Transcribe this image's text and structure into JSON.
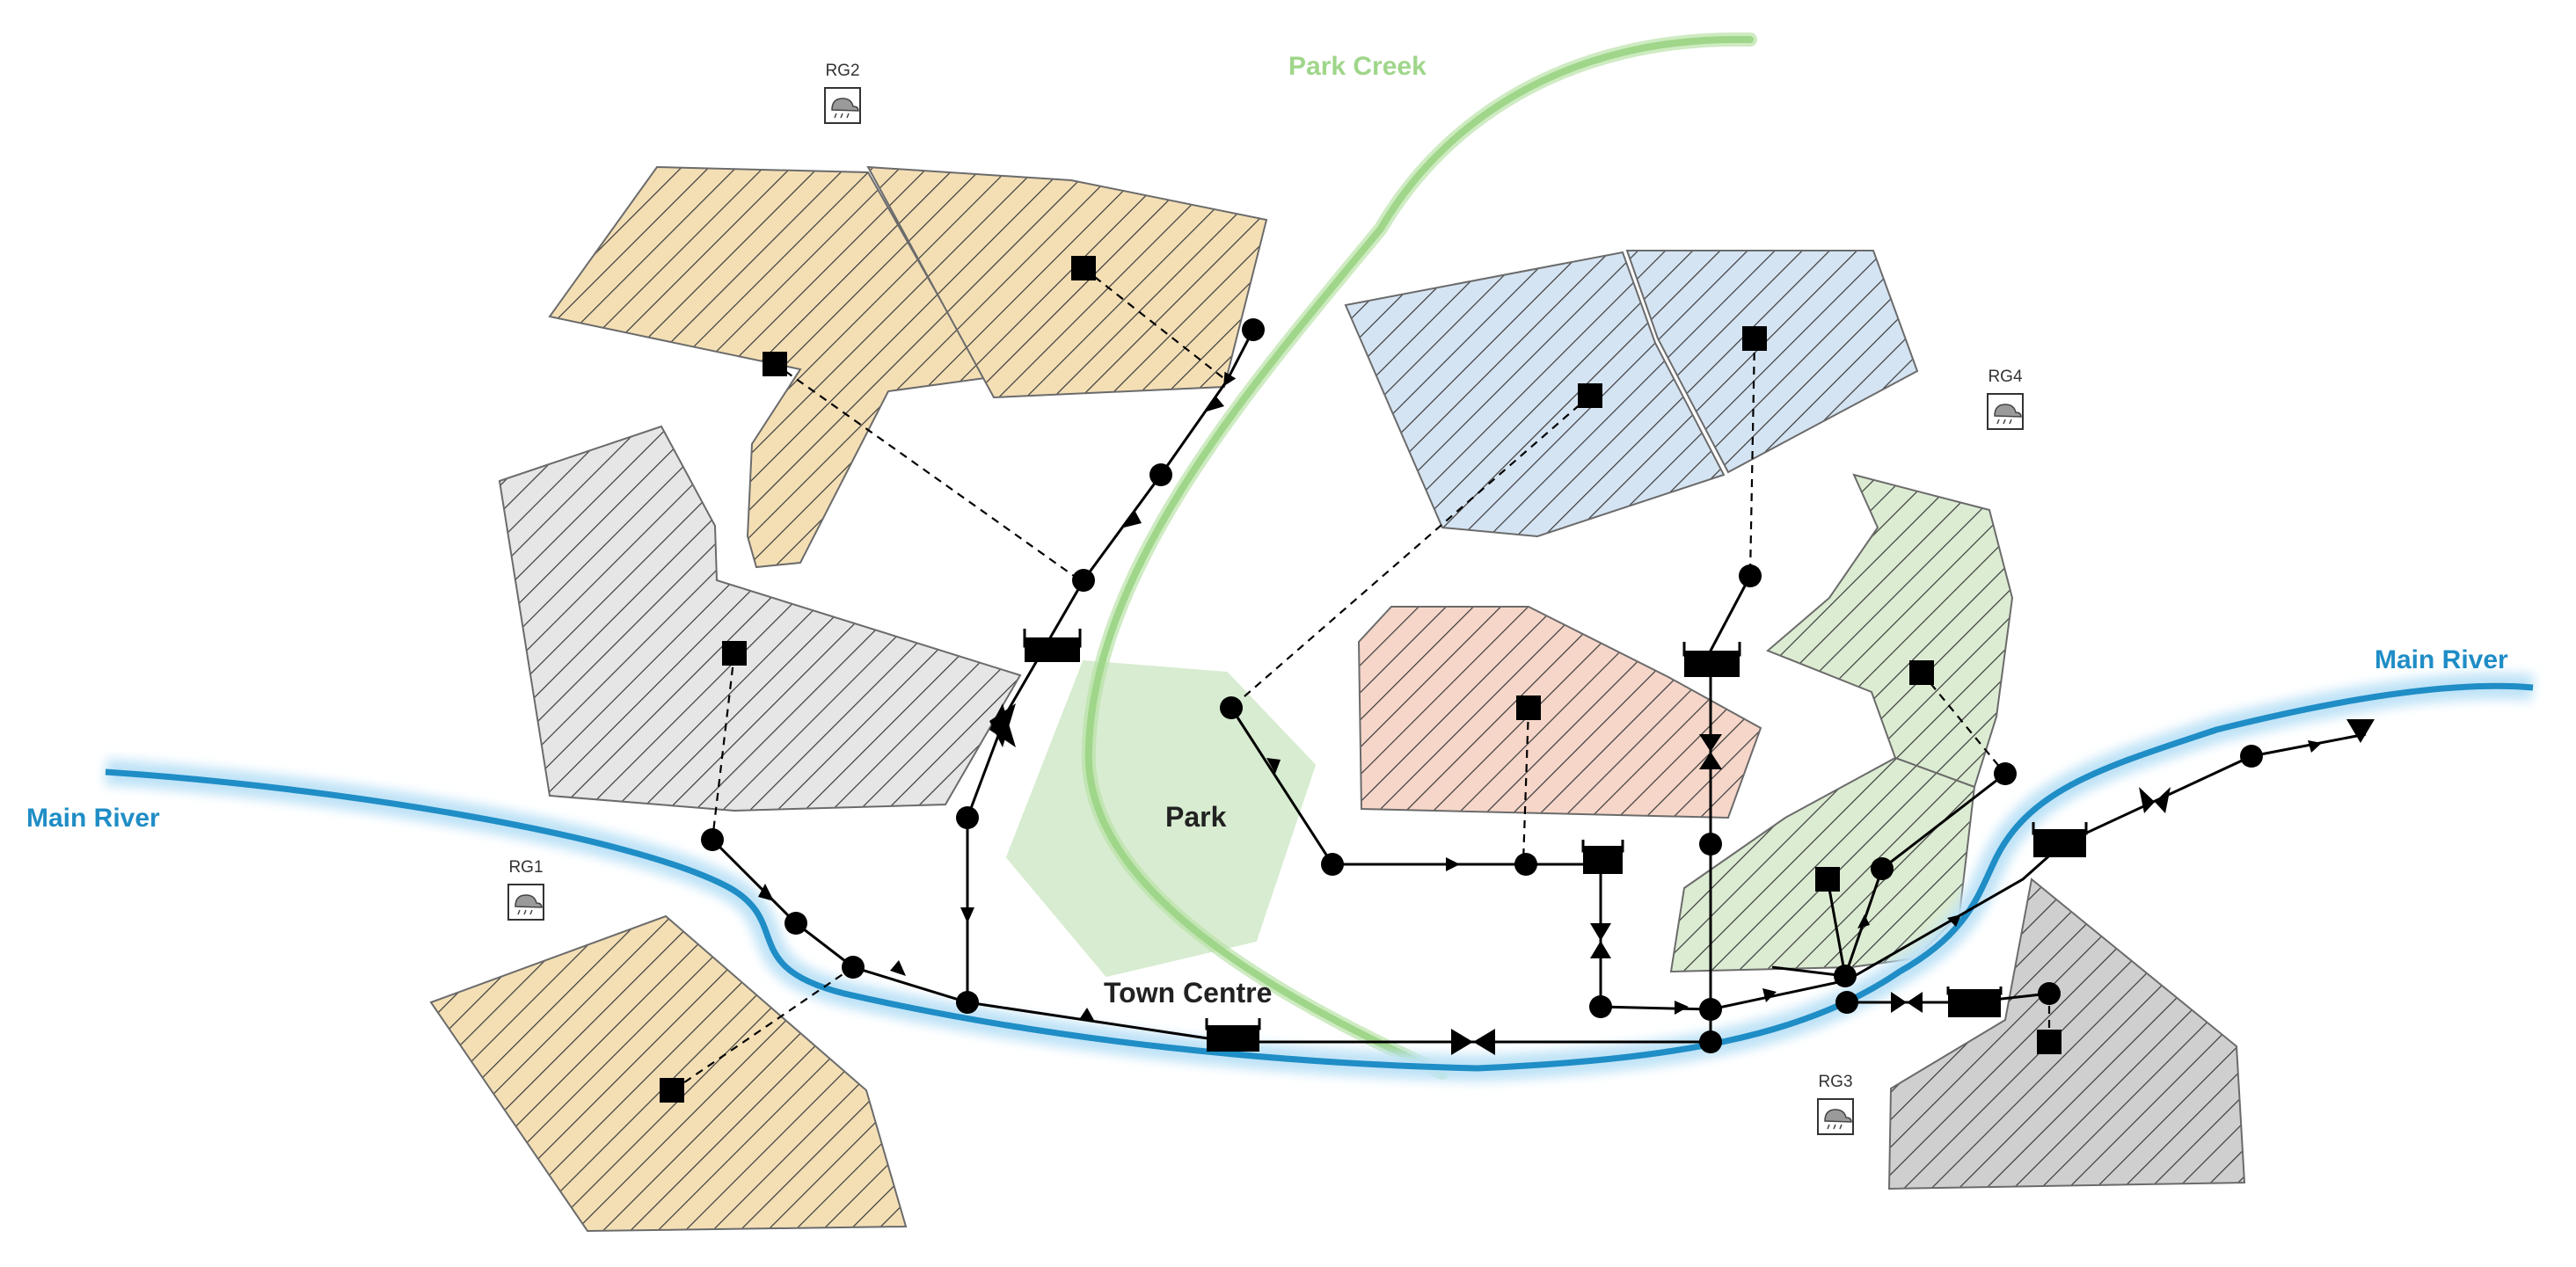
{
  "labels": {
    "main_river_left": "Main River",
    "main_river_right": "Main River",
    "park_creek": "Park Creek",
    "park": "Park",
    "town_centre": "Town Centre"
  },
  "rain_gauges": [
    {
      "id": "rg1",
      "label": "RG1"
    },
    {
      "id": "rg2",
      "label": "RG2"
    },
    {
      "id": "rg3",
      "label": "RG3"
    },
    {
      "id": "rg4",
      "label": "RG4"
    }
  ],
  "colors": {
    "river": "#1f8dc6",
    "river_glow": "#bfe3f7",
    "creek": "#9fd68a",
    "park": "#d7ecd0",
    "subcatchment_orange": "#f4dfb5",
    "subcatchment_grey": "#e6e6e6",
    "subcatchment_blue": "#d5e4f3",
    "subcatchment_pink": "#f6d6c9",
    "subcatchment_green": "#dcecd2",
    "subcatchment_dark_grey": "#cfcfcf"
  },
  "icons": [
    "junction-node-icon",
    "storage-unit-icon",
    "outfall-icon",
    "weir-icon",
    "subcatchment-centroid-icon",
    "rain-gauge-icon"
  ]
}
